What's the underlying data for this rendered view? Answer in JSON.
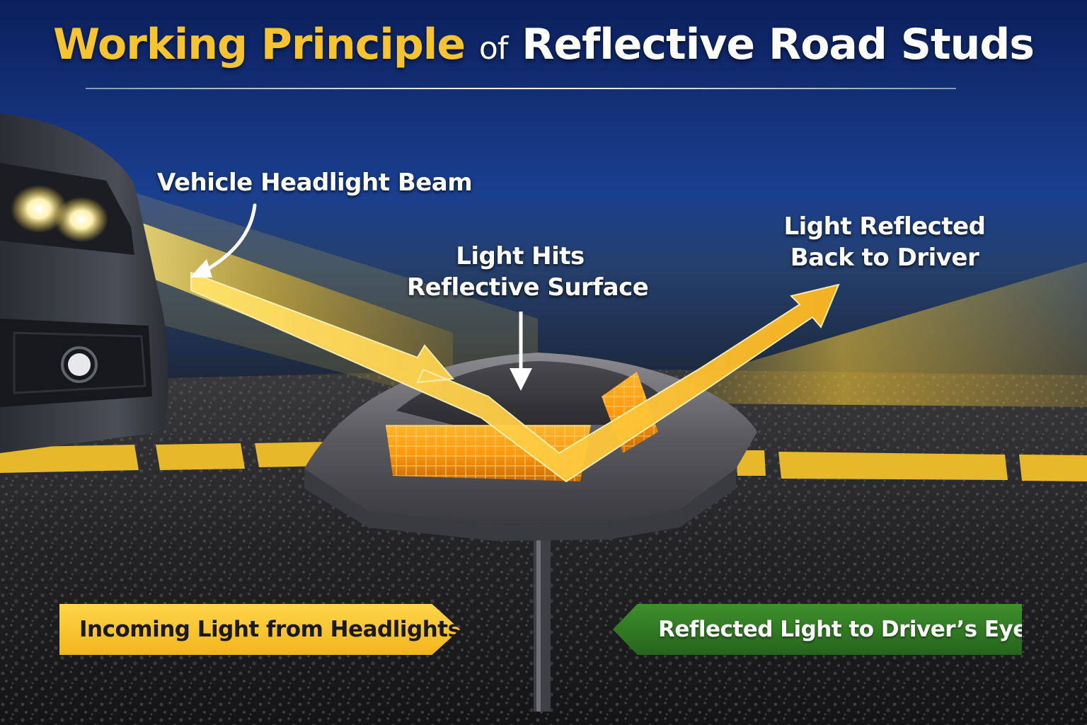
{
  "title": {
    "highlight": "Working Principle",
    "connector": "of",
    "rest": "Reflective Road Studs"
  },
  "labels": {
    "headlight_beam": "Vehicle Headlight Beam",
    "hits_line1": "Light Hits",
    "hits_line2": "Reflective Surface",
    "reflected_line1": "Light Reflected",
    "reflected_line2": "Back to Driver"
  },
  "banners": {
    "incoming": "Incoming Light from Headlights",
    "reflected": "Reflected Light to Driver’s Eyes"
  },
  "colors": {
    "title_highlight": "#f7c431",
    "beam": "#ffd23a",
    "road_line": "#e6b82a",
    "banner_incoming": "#f4bd25",
    "banner_reflected": "#2f7a22",
    "sky_top": "#0e2a73",
    "sky_bottom": "#1a3f8f"
  }
}
